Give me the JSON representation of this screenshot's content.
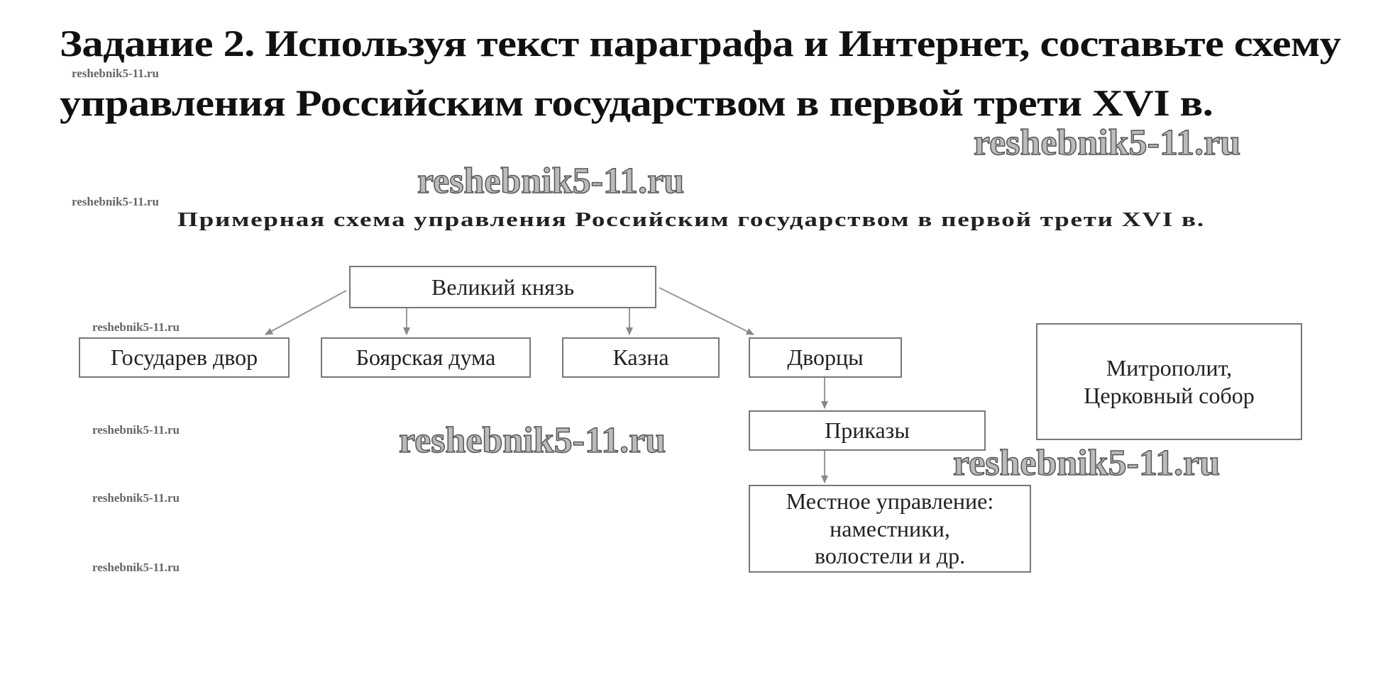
{
  "task": {
    "line1": "Задание 2. Используя текст параграфа и Интернет, составьте схему",
    "line2": "управления Российским государством в первой трети XVI в."
  },
  "scheme": {
    "title": "Примерная схема управления Российским государством в первой трети XVI в.",
    "top": "Великий князь",
    "row": [
      "Государев двор",
      "Боярская дума",
      "Казна",
      "Дворцы"
    ],
    "prikazy": "Приказы",
    "local": [
      "Местное управление:",
      "наместники,",
      "волостели и др."
    ],
    "church": [
      "Митрополит,",
      "Церковный собор"
    ]
  },
  "watermark": "reshebnik5-11.ru"
}
